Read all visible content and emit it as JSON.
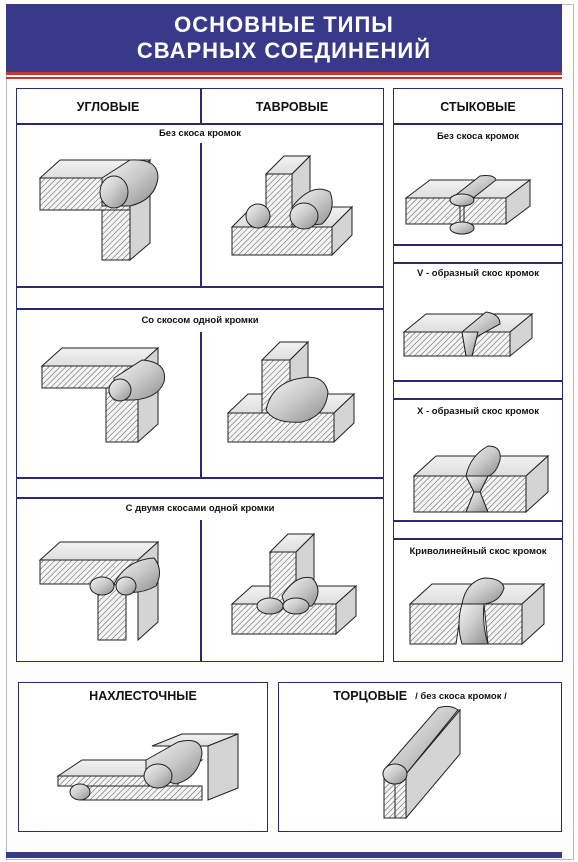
{
  "title": {
    "line1": "ОСНОВНЫЕ ТИПЫ",
    "line2": "СВАРНЫХ СОЕДИНЕНИЙ"
  },
  "headers": {
    "corner": "УГЛОВЫЕ",
    "tee": "ТАВРОВЫЕ",
    "butt": "СТЫКОВЫЕ",
    "lap": "НАХЛЕСТОЧНЫЕ",
    "edge": "ТОРЦОВЫЕ",
    "edge_note": "/ без скоса кромок /"
  },
  "left_rows": {
    "row1": "Без скоса кромок",
    "row2": "Со скосом одной кромки",
    "row3": "С двумя скосами одной кромки"
  },
  "butt_rows": {
    "row1": "Без скоса кромок",
    "row2": "V - образный  скос кромок",
    "row3": "X - образный  скос кромок",
    "row4": "Криволинейный скос кромок"
  },
  "colors": {
    "title_bg": "#39398a",
    "accent_red": "#c8382a",
    "frame": "#2a2a6e",
    "metal_top": "#ececec",
    "metal_side": "#d4d4d4",
    "weld": "#bdbdbd"
  }
}
